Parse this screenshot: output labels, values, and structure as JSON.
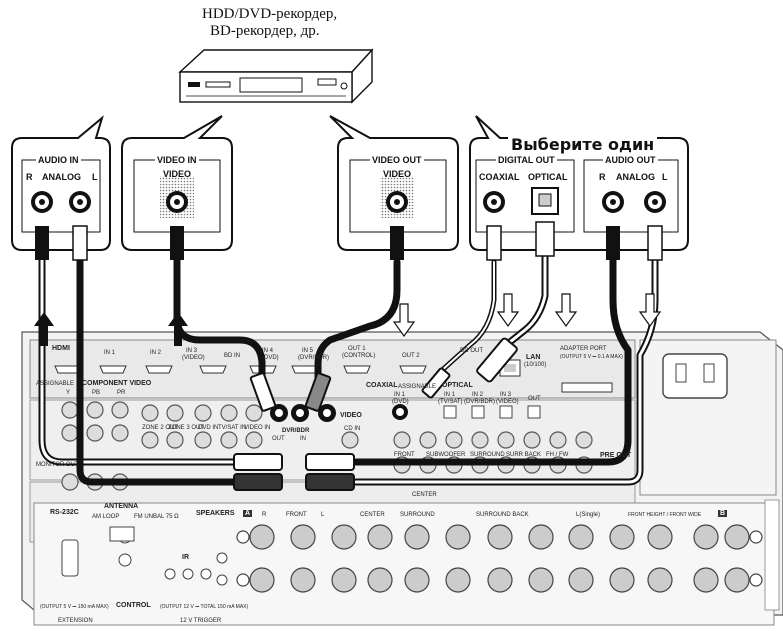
{
  "device": {
    "line1": "HDD/DVD-рекордер,",
    "line2": "BD-рекордер, др."
  },
  "callouts": {
    "audio_in": {
      "title": "AUDIO IN",
      "r": "R",
      "mode": "ANALOG",
      "l": "L"
    },
    "video_in": {
      "title": "VIDEO IN",
      "sub": "VIDEO"
    },
    "video_out": {
      "title": "VIDEO OUT",
      "sub": "VIDEO"
    },
    "choose_one": "Выберите один",
    "digital_out": {
      "title": "DIGITAL OUT",
      "coaxial": "COAXIAL",
      "optical": "OPTICAL"
    },
    "audio_out": {
      "title": "AUDIO OUT",
      "r": "R",
      "mode": "ANALOG",
      "l": "L"
    }
  },
  "receiver": {
    "hdmi": "HDMI",
    "in1": "IN 1",
    "in2": "IN 2",
    "in3": "IN 3",
    "in4": "IN 4",
    "in5": "IN 5",
    "video_paren": "(VIDEO)",
    "dvd_paren": "(DVD)",
    "dvrbdr_paren": "(DVR/BDR)",
    "out1": "OUT 1",
    "control_paren": "(CONTROL)",
    "out2": "OUT 2",
    "bd_in": "BD IN",
    "lan": "LAN",
    "lan_speed": "(10/100)",
    "adapter_port": "ADAPTER PORT",
    "adapter_spec": "(OUTPUT 5 V ⎓ 0.1 A MAX)",
    "dc_out": "DC OUT",
    "component_video": "COMPONENT VIDEO",
    "assignable": "ASSIGNABLE",
    "y": "Y",
    "pb": "PB",
    "pr": "PR",
    "zone2_out": "ZONE 2 OUT",
    "zone3_out": "ZONE 3 OUT",
    "dvd_in": "DVD IN",
    "tvsat_in": "TV/SAT IN",
    "video_in": "VIDEO IN",
    "dvrbdr": "DVR/BDR",
    "out": "OUT",
    "in": "IN",
    "video": "VIDEO",
    "cd_in": "CD IN",
    "coaxial_assign": "COAXIAL",
    "assign_word": "ASSIGNABLE",
    "optical_assign": "OPTICAL",
    "coax_in1": "IN 1",
    "coax_dvd": "(DVD)",
    "opt_in1": "IN 1",
    "opt_tvsat": "(TV/SAT)",
    "opt_in2": "IN 2",
    "opt_dvrbdr": "(DVR/BDR)",
    "opt_in3": "IN 3",
    "opt_video": "(VIDEO)",
    "opt_out": "OUT",
    "front": "FRONT",
    "subwoofer": "SUBWOOFER",
    "surround": "SURROUND",
    "surr_back": "SURR BACK",
    "fh_fw": "FH / FW",
    "pre_out": "PRE OUT",
    "center": "CENTER",
    "monitor_out": "MONITOR OUT",
    "rs232c": "RS-232C",
    "antenna": "ANTENNA",
    "am_loop": "AM LOOP",
    "fm_unbal": "FM UNBAL 75 Ω",
    "speakers": "SPEAKERS",
    "a": "A",
    "b": "B",
    "sp_r": "R",
    "sp_front": "FRONT",
    "sp_l": "L",
    "sp_center": "CENTER",
    "sp_surround": "SURROUND",
    "sp_surround_back": "SURROUND BACK",
    "l_single": "L(Single)",
    "front_height_wide": "FRONT HEIGHT / FRONT WIDE",
    "ir": "IR",
    "in_label": "IN",
    "out_label": "OUT",
    "control": "CONTROL",
    "ext_spec": "(OUTPUT 5 V ⎓ 150 mA MAX)",
    "extension": "EXTENSION",
    "trig_spec": "(OUTPUT 12 V ⎓ TOTAL 150 mA MAX)",
    "trigger": "12 V TRIGGER",
    "plus": "+",
    "minus": "−"
  }
}
